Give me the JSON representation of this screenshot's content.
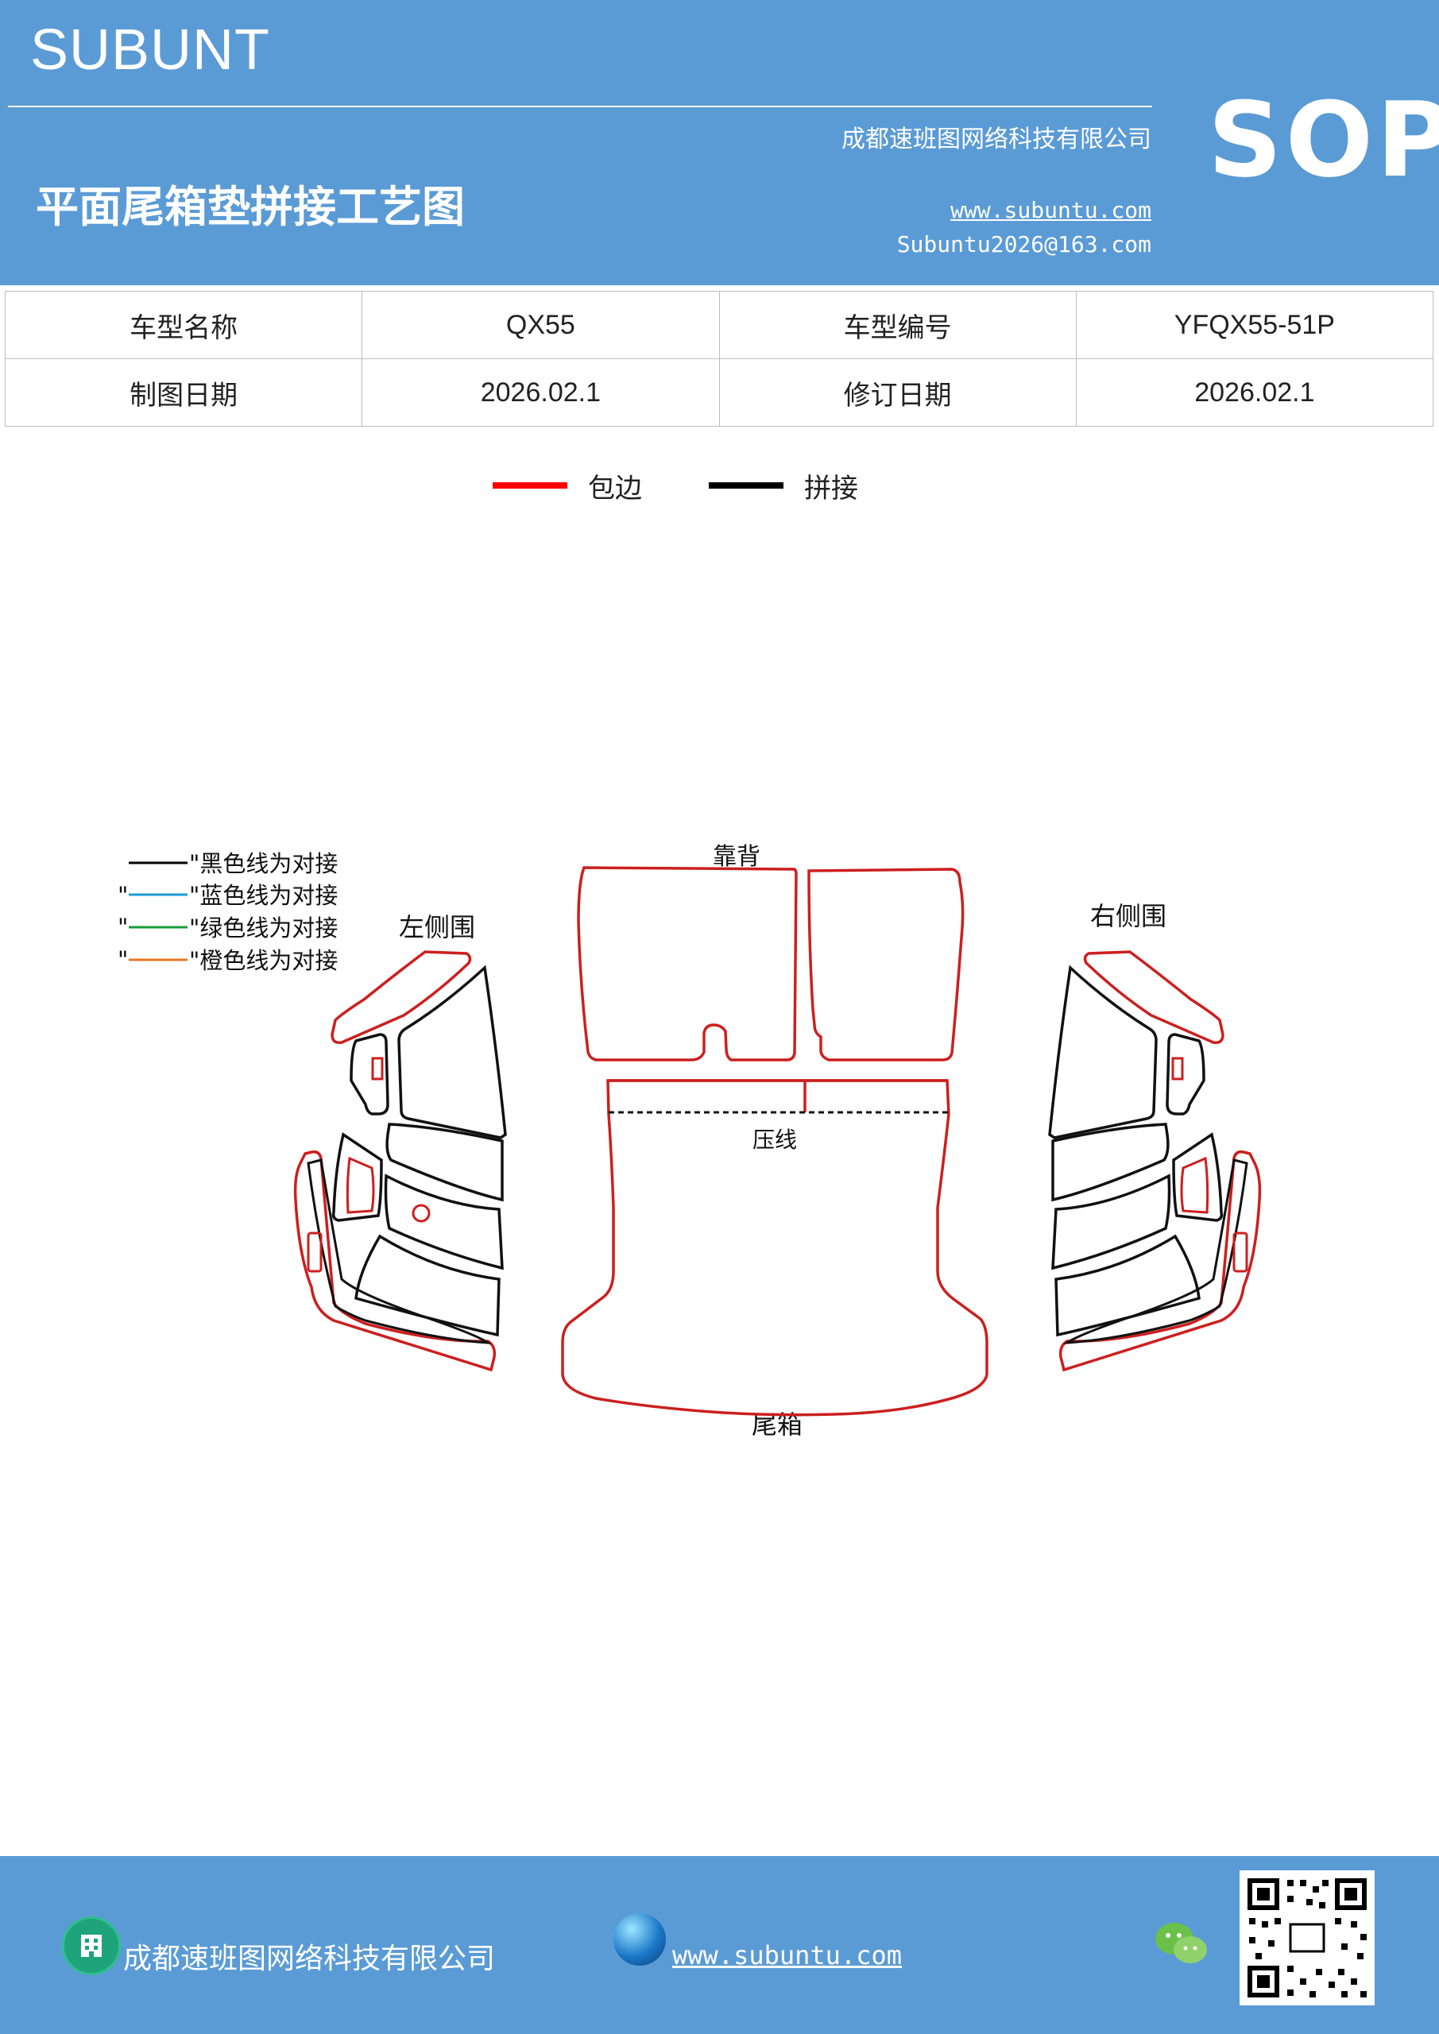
{
  "header": {
    "brand": "SUBUNT",
    "company": "成都速班图网络科技有限公司",
    "title": "平面尾箱垫拼接工艺图",
    "website": "www.subuntu.com",
    "email": "Subuntu2026@163.com",
    "badge": "SOP"
  },
  "info_table": {
    "rows": [
      [
        "车型名称",
        "QX55",
        "车型编号",
        "YFQX55-51P"
      ],
      [
        "制图日期",
        "2026.02.1",
        "修订日期",
        "2026.02.1"
      ]
    ]
  },
  "legend": {
    "items": [
      {
        "label": "包边",
        "color": "#ff0000"
      },
      {
        "label": "拼接",
        "color": "#000000"
      }
    ]
  },
  "drawing": {
    "line_legend": [
      {
        "text": "\"黑色线为对接",
        "color": "#000000"
      },
      {
        "text": "\"蓝色线为对接",
        "color": "#1e9bd7"
      },
      {
        "text": "\"绿色线为对接",
        "color": "#1a9a3a"
      },
      {
        "text": "\"橙色线为对接",
        "color": "#e87722"
      }
    ],
    "labels": {
      "back": "靠背",
      "left": "左侧围",
      "right": "右侧围",
      "press": "压线",
      "trunk": "尾箱"
    },
    "colors": {
      "edge": "#cc1f1f",
      "seam": "#111111"
    }
  },
  "footer": {
    "company": "成都速班图网络科技有限公司",
    "website": "www.subuntu.com"
  },
  "colors": {
    "brand_blue": "#5b9bd5"
  }
}
